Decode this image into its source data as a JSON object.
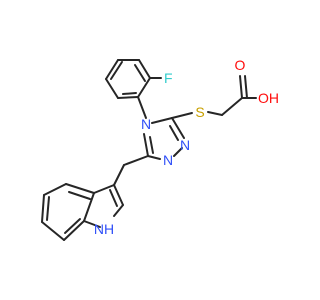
{
  "molecule": {
    "atoms": {
      "fluorine": {
        "label": "F",
        "color": "#33cccc"
      },
      "sulfur": {
        "label": "S",
        "color": "#c8a000"
      },
      "carbonyl_oxygen": {
        "label": "O",
        "color": "#ff0d0d"
      },
      "hydroxyl": {
        "label": "OH",
        "color": "#ff0d0d"
      },
      "triazole_n4": {
        "label": "N",
        "color": "#3050f8"
      },
      "triazole_n2": {
        "label": "N",
        "color": "#3050f8"
      },
      "triazole_n1": {
        "label": "N",
        "color": "#3050f8"
      },
      "indole_nh": {
        "label": "NH",
        "color": "#3050f8"
      }
    },
    "bond_color": "#262626"
  }
}
